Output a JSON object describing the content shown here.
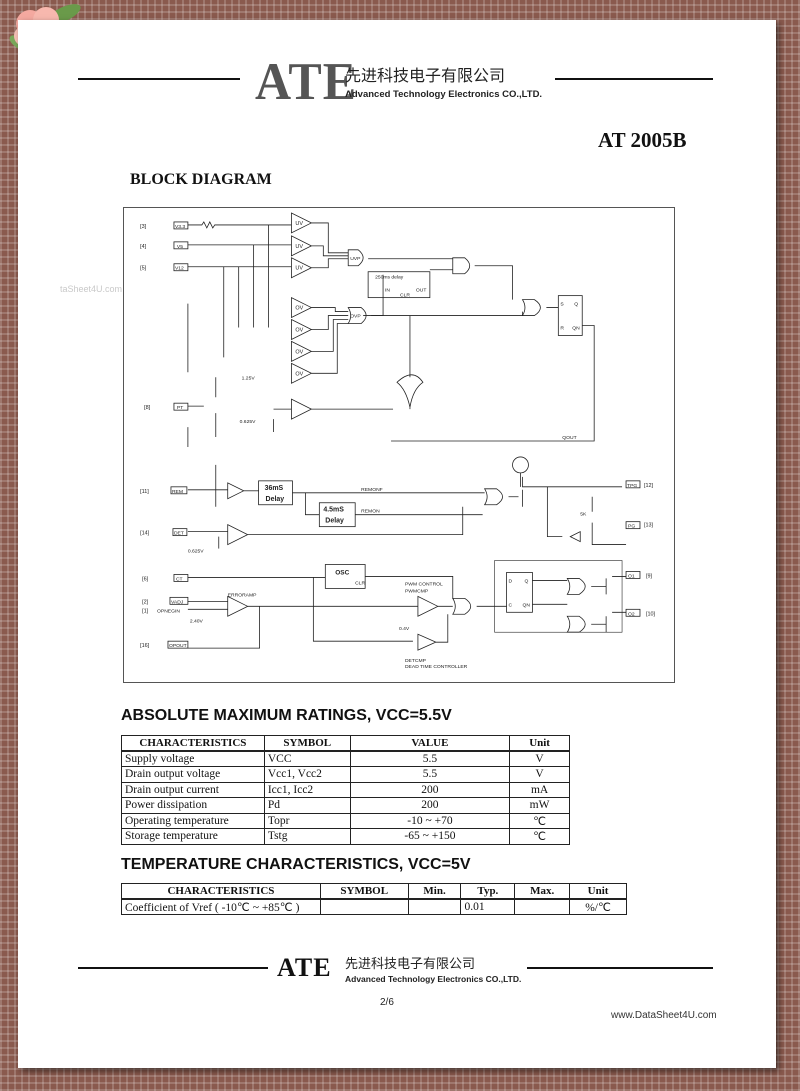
{
  "header": {
    "logo": "ATE",
    "company_cn": "先进科技电子有限公司",
    "company_en": "Advanced Technology Electronics CO.,LTD."
  },
  "part_number": "AT 2005B",
  "block_diagram": {
    "title": "BLOCK DIAGRAM",
    "watermark": "taSheet4U.com",
    "pins": [
      "[3]",
      "[4]",
      "[5]",
      "[8]",
      "[11]",
      "[14]",
      "[6]",
      "[2]",
      "[1]",
      "[16]",
      "[12]",
      "[13]",
      "[9]",
      "[10]"
    ],
    "pin_names": [
      "V3.3",
      "V5",
      "V12",
      "PT",
      "REM",
      "DET",
      "CT",
      "VADJ",
      "OPNEGIN",
      "OPOUT",
      "TPG",
      "PG",
      "O1",
      "O2"
    ],
    "blocks": [
      "UV",
      "UV",
      "UV",
      "OV",
      "OV",
      "OV",
      "OV",
      "UVP",
      "OVP",
      "250ms delay",
      "IN",
      "OUT",
      "CLR",
      "S",
      "R",
      "Q",
      "QN",
      "36mS",
      "Delay",
      "4.5mS",
      "Delay",
      "OSC",
      "CLR",
      "D",
      "C",
      "Q",
      "QN",
      "ERRORAMP"
    ],
    "labels": [
      "1.25V",
      "0.625V",
      "QOUT",
      "REMONF",
      "REMON",
      "5K",
      "0.625V",
      "PWM CONTROL",
      "PWMCMP",
      "2.40V",
      "0.4V",
      "DETCMP",
      "DEAD TIME CONTROLLER"
    ]
  },
  "abs_max": {
    "title": "ABSOLUTE MAXIMUM RATINGS, VCC=5.5V",
    "headers": [
      "CHARACTERISTICS",
      "SYMBOL",
      "VALUE",
      "Unit"
    ],
    "rows": [
      [
        "Supply voltage",
        "VCC",
        "5.5",
        "V"
      ],
      [
        "Drain output voltage",
        "Vcc1, Vcc2",
        "5.5",
        "V"
      ],
      [
        "Drain output current",
        "Icc1, Icc2",
        "200",
        "mA"
      ],
      [
        "Power dissipation",
        "Pd",
        "200",
        "mW"
      ],
      [
        "Operating temperature",
        "Topr",
        "-10 ~ +70",
        "℃"
      ],
      [
        "Storage temperature",
        "Tstg",
        "-65 ~ +150",
        "℃"
      ]
    ]
  },
  "temp_char": {
    "title": "TEMPERATURE CHARACTERISTICS, VCC=5V",
    "headers": [
      "CHARACTERISTICS",
      "SYMBOL",
      "Min.",
      "Typ.",
      "Max.",
      "Unit"
    ],
    "rows": [
      [
        "Coefficient of Vref ( -10℃ ~ +85℃ )",
        "",
        "",
        "0.01",
        "",
        "%/℃"
      ]
    ]
  },
  "footer": {
    "page": "2/6",
    "site": "www.DataSheet4U.com"
  }
}
